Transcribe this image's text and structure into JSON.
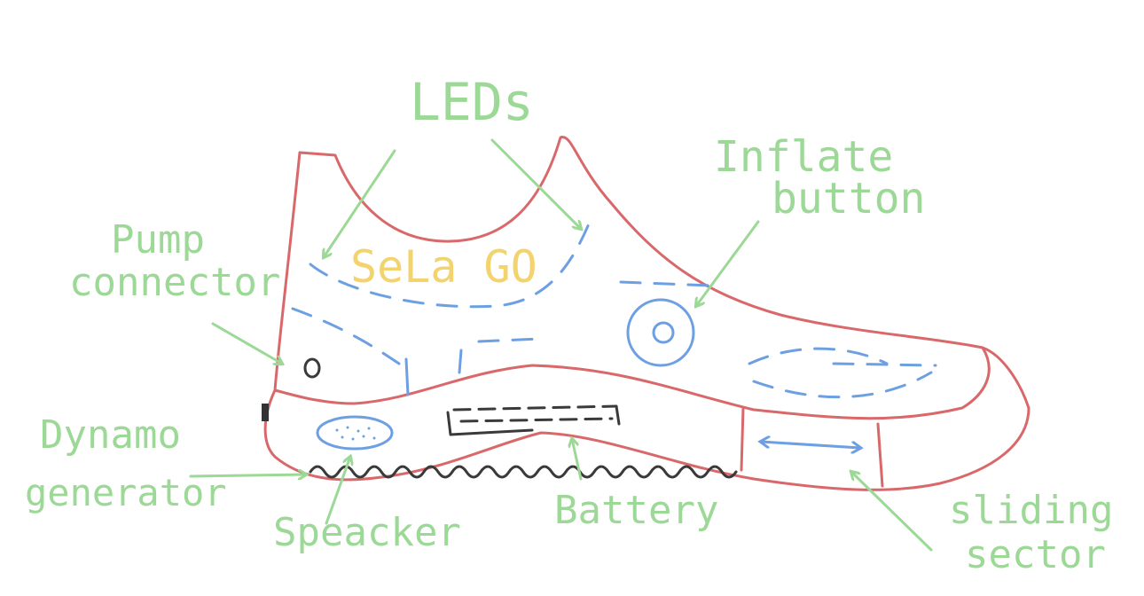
{
  "title": "Sela Go shoe concept sketch",
  "logo": "SeLa GO",
  "labels": {
    "leds": "LEDs",
    "inflate_1": "Inflate",
    "inflate_2": "button",
    "pump_1": "Pump",
    "pump_2": "connector",
    "dynamo_1": "Dynamo",
    "dynamo_2": "generator",
    "speaker": "Speacker",
    "battery": "Battery",
    "sliding_1": "sliding",
    "sliding_2": "sector"
  },
  "colors": {
    "outline": "#d9686b",
    "labels": "#9cd896",
    "components": "#6d9fe3",
    "logo": "#f2d36e",
    "battery": "#3a3a3a"
  }
}
